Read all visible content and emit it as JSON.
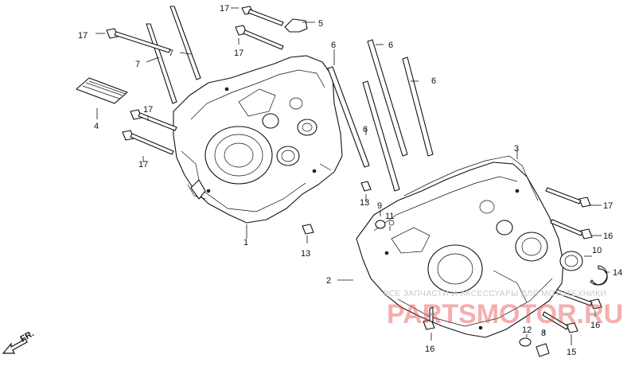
{
  "callouts": {
    "c17a": "17",
    "c5": "5",
    "c17b": "17",
    "c17c": "17",
    "c7a": "7",
    "c7b": "7",
    "c6a": "6",
    "c6b": "6",
    "c6c": "6",
    "c6d": "6",
    "c4": "4",
    "c17d": "17",
    "c17e": "17",
    "c13a": "13",
    "c9": "9",
    "c11": "11",
    "c3": "3",
    "c17f": "17",
    "c1": "1",
    "c13b": "13",
    "c16a": "16",
    "c10": "10",
    "c14": "14",
    "c2": "2",
    "c16b": "16",
    "c12": "12",
    "c8": "8",
    "c15": "15",
    "c16c": "16"
  },
  "direction": {
    "label": "FR."
  },
  "watermark": {
    "line1": "ВСЕ ЗАПЧАСТИ И АКСЕССУАРЫ ДЛЯ МОТОТЕХНИКИ",
    "line2": "PARTSMOTOR.RU"
  }
}
